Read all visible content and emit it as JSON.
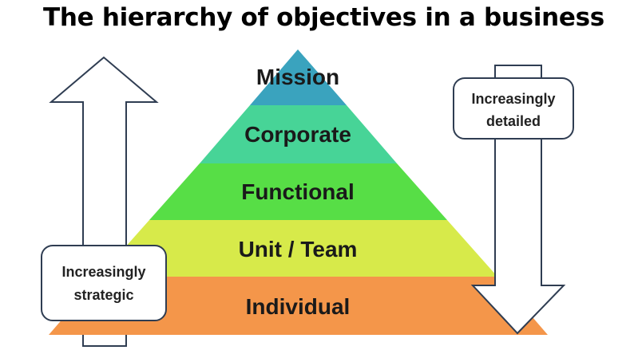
{
  "title": "The hierarchy of objectives in a business",
  "pyramid": {
    "tiers": [
      {
        "label": "Mission",
        "color": "#3aa3be"
      },
      {
        "label": "Corporate",
        "color": "#47d497"
      },
      {
        "label": "Functional",
        "color": "#57de46"
      },
      {
        "label": "Unit / Team",
        "color": "#d7ea4a"
      },
      {
        "label": "Individual",
        "color": "#f4964a"
      }
    ]
  },
  "up_arrow": {
    "line1": "Increasingly",
    "line2": "strategic"
  },
  "down_arrow": {
    "line1": "Increasingly",
    "line2": "detailed"
  }
}
